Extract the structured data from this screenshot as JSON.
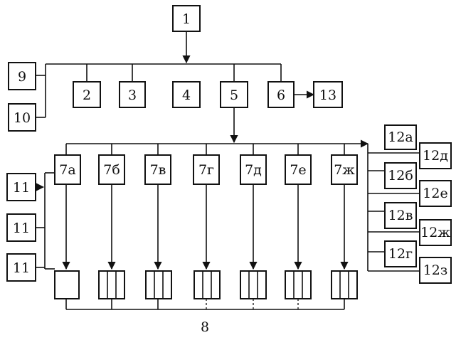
{
  "diagram": {
    "nodes": {
      "n1": "1",
      "n2": "2",
      "n3": "3",
      "n4": "4",
      "n5": "5",
      "n6": "6",
      "n9": "9",
      "n10": "10",
      "n13": "13",
      "n7a": "7а",
      "n7b": "7б",
      "n7v": "7в",
      "n7g": "7г",
      "n7d": "7д",
      "n7e": "7е",
      "n7zh": "7ж",
      "n11a": "11",
      "n11b": "11",
      "n11c": "11",
      "n12a": "12а",
      "n12b": "12б",
      "n12v": "12в",
      "n12g": "12г",
      "n12d": "12д",
      "n12e": "12е",
      "n12zh": "12ж",
      "n12z": "12з"
    },
    "bottom_label": "8"
  }
}
